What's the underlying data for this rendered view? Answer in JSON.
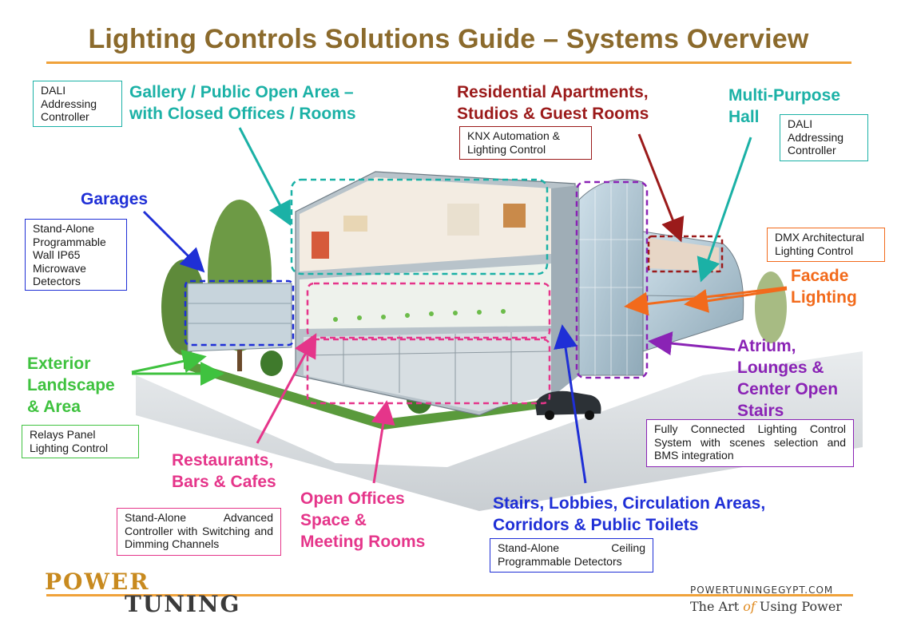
{
  "title": "Lighting Controls Solutions Guide – Systems Overview",
  "colors": {
    "title": "#8b6a2c",
    "rule": "#f0a23a",
    "teal": "#1bb1a6",
    "darkred": "#9b1a1a",
    "blue": "#1f2fd6",
    "green": "#3fc23f",
    "pink": "#e5358a",
    "purple": "#8a23b5",
    "orange": "#f26a1b"
  },
  "zones": {
    "gallery": "Gallery / Public Open Area –\nwith Closed Offices / Rooms",
    "residential": "Residential Apartments,\nStudios & Guest Rooms",
    "multipurpose": "Multi-Purpose\nHall",
    "garages": "Garages",
    "facade": "Facade\nLighting",
    "exterior": "Exterior\nLandscape\n& Area",
    "atrium": "Atrium,\nLounges &\nCenter Open\nStairs",
    "restaurants": "Restaurants,\nBars & Cafes",
    "open_offices": "Open Offices\nSpace &\nMeeting Rooms",
    "stairs": "Stairs, Lobbies, Circulation Areas,\nCorridors & Public Toilets"
  },
  "boxes": {
    "dali_left": "DALI\nAddressing\nController",
    "knx": "KNX Automation &\nLighting Control",
    "dali_right": "DALI\nAddressing\nController",
    "standalone_wall": "Stand-Alone\nProgrammable\nWall IP65\nMicrowave\nDetectors",
    "dmx": "DMX Architectural\nLighting Control",
    "relays": "Relays Panel\nLighting Control",
    "fully_connected": "Fully Connected Lighting Control System with scenes selection and BMS integration",
    "advanced": "Stand-Alone Advanced Controller with Switching and Dimming Channels",
    "ceiling": "Stand-Alone Ceiling Programmable Detectors"
  },
  "logo": {
    "line1": "POWER",
    "line2": "TUNING",
    "website": "PowerTuningEgypt.com",
    "tagline_a": "The Art",
    "tagline_of": "of",
    "tagline_b": "Using Power"
  }
}
